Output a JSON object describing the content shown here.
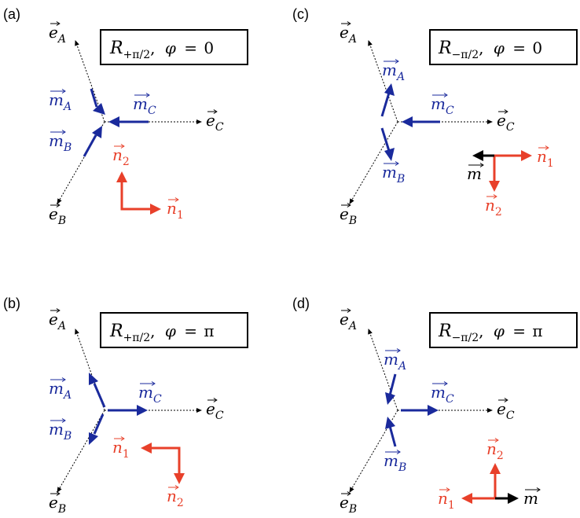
{
  "colors": {
    "sublattice_moment": "#1a2a9c",
    "basis_vector": "#e8402a",
    "net_moment": "#000000",
    "axis": "#000000"
  },
  "panels": [
    {
      "id": "a",
      "label": "(a)",
      "operator": {
        "symbol": "R",
        "subscript": "+π/2",
        "phase_symbol": "φ",
        "phase_value": "0"
      },
      "labels": {
        "eA": "e",
        "eA_sub": "A",
        "eB": "e",
        "eB_sub": "B",
        "eC": "e",
        "eC_sub": "C",
        "mA": "m",
        "mA_sub": "A",
        "mB": "m",
        "mB_sub": "B",
        "mC": "m",
        "mC_sub": "C",
        "n1": "n",
        "n1_sub": "1",
        "n2": "n",
        "n2_sub": "2"
      }
    },
    {
      "id": "b",
      "label": "(b)",
      "operator": {
        "symbol": "R",
        "subscript": "+π/2",
        "phase_symbol": "φ",
        "phase_value": "π"
      },
      "labels": {
        "eA": "e",
        "eA_sub": "A",
        "eB": "e",
        "eB_sub": "B",
        "eC": "e",
        "eC_sub": "C",
        "mA": "m",
        "mA_sub": "A",
        "mB": "m",
        "mB_sub": "B",
        "mC": "m",
        "mC_sub": "C",
        "n1": "n",
        "n1_sub": "1",
        "n2": "n",
        "n2_sub": "2"
      }
    },
    {
      "id": "c",
      "label": "(c)",
      "operator": {
        "symbol": "R",
        "subscript": "−π/2",
        "phase_symbol": "φ",
        "phase_value": "0"
      },
      "labels": {
        "eA": "e",
        "eA_sub": "A",
        "eB": "e",
        "eB_sub": "B",
        "eC": "e",
        "eC_sub": "C",
        "mA": "m",
        "mA_sub": "A",
        "mB": "m",
        "mB_sub": "B",
        "mC": "m",
        "mC_sub": "C",
        "n1": "n",
        "n1_sub": "1",
        "n2": "n",
        "n2_sub": "2",
        "m": "m"
      }
    },
    {
      "id": "d",
      "label": "(d)",
      "operator": {
        "symbol": "R",
        "subscript": "−π/2",
        "phase_symbol": "φ",
        "phase_value": "π"
      },
      "labels": {
        "eA": "e",
        "eA_sub": "A",
        "eB": "e",
        "eB_sub": "B",
        "eC": "e",
        "eC_sub": "C",
        "mA": "m",
        "mA_sub": "A",
        "mB": "m",
        "mB_sub": "B",
        "mC": "m",
        "mC_sub": "C",
        "n1": "n",
        "n1_sub": "1",
        "n2": "n",
        "n2_sub": "2",
        "m": "m"
      }
    }
  ]
}
